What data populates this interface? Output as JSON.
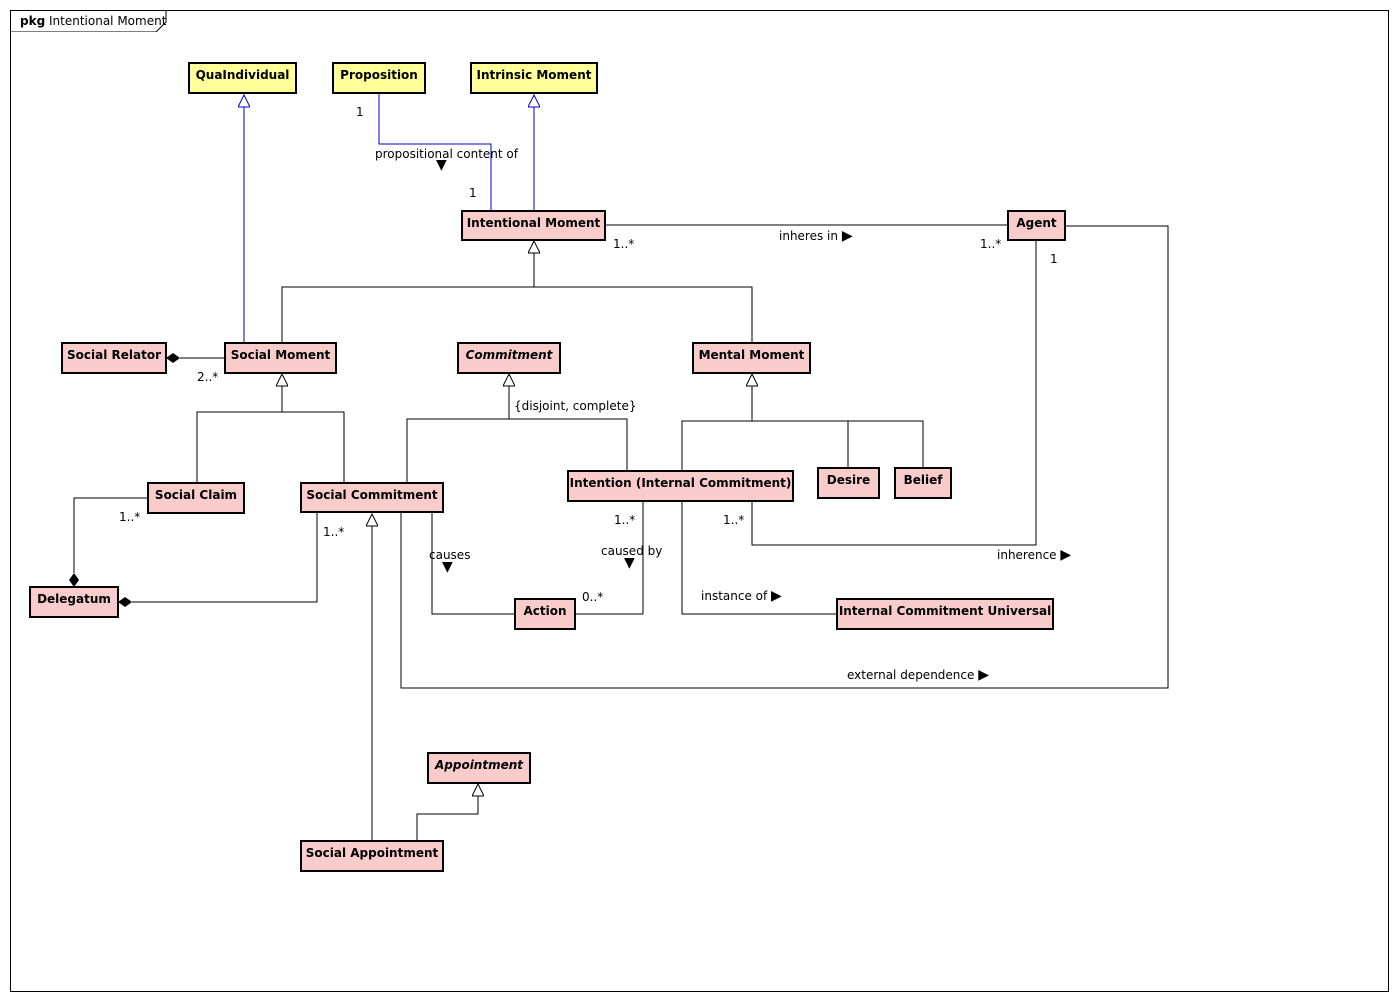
{
  "frame": {
    "keyword": "pkg",
    "name": "Intentional Moment"
  },
  "classes": {
    "qua_individual": "QuaIndividual",
    "proposition": "Proposition",
    "intrinsic_moment": "Intrinsic Moment",
    "intentional_moment": "Intentional Moment",
    "agent": "Agent",
    "social_relator": "Social Relator",
    "social_moment": "Social Moment",
    "commitment": "Commitment",
    "mental_moment": "Mental Moment",
    "social_claim": "Social Claim",
    "social_commitment": "Social Commitment",
    "intention": "Intention (Internal Commitment)",
    "desire": "Desire",
    "belief": "Belief",
    "delegatum": "Delegatum",
    "action": "Action",
    "internal_commitment_universal": "Internal Commitment Universal",
    "appointment": "Appointment",
    "social_appointment": "Social Appointment"
  },
  "labels": {
    "propositional_content_of": "propositional content of",
    "inheres_in": "inheres in",
    "inherence": "inherence",
    "causes": "causes",
    "caused_by": "caused by",
    "instance_of": "instance of",
    "external_dependence": "external dependence",
    "disjoint_complete": "{disjoint, complete}"
  },
  "arrows": {
    "down": "▼",
    "right": "▶"
  },
  "multiplicities": {
    "proposition_end": "1",
    "intentional_moment_prop_end": "1",
    "intentional_moment_agent_end": "1..*",
    "agent_inheres_end": "1..*",
    "agent_inherence_end": "1",
    "social_relator_end": "2..*",
    "social_claim_end": "1..*",
    "social_commitment_end": "1..*",
    "intention_action_end": "1..*",
    "intention_agent_end": "1..*",
    "action_end": "0..*"
  },
  "colors": {
    "class_fill": "#f9cccc",
    "highlight_fill": "#ffff99",
    "generalization_blue": "#0000cc",
    "line": "#000000"
  }
}
